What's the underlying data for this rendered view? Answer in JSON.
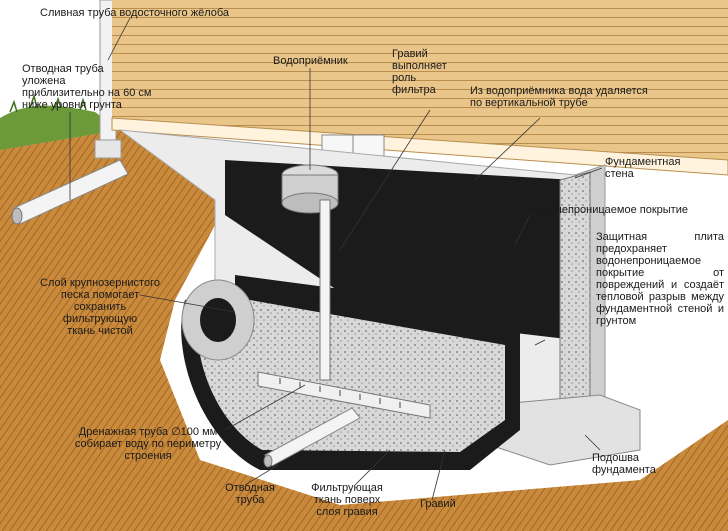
{
  "labels": {
    "gutter_pipe": "Сливная труба водосточного жёлоба",
    "outlet_depth": "Отводная труба\nуложена\nприблизительно на 60 см\nниже уровня грунта",
    "catch_basin": "Водоприёмник",
    "gravel_filter": "Гравий\nвыполняет\nроль\nфильтра",
    "vertical_pipe": "Из водоприёмника вода удаляется\nпо вертикальной трубе",
    "foundation_wall": "Фундаментная\nстена",
    "waterproof_coating": "Водонепроницаемое покрытие",
    "protective_slab": "Защитная плита предохраняет водонепроницаемое покрытие от повреждений и создаёт тепловой разрыв между фундаментной стеной и грунтом",
    "sand_layer": "Слой крупнозернистого\nпеска помогает\nсохранить\nфильтрующую\nткань чистой",
    "drain_pipe": "Дренажная труба ∅100 мм\nсобирает воду по периметру\nстроения",
    "outlet_pipe": "Отводная\nтруба",
    "filter_fabric": "Фильтрующая\nткань поверх\nслоя гравия",
    "gravel": "Гравий",
    "footing": "Подошва\nфундамента"
  },
  "colors": {
    "siding": "#e9c58a",
    "soil": "#c98a3c",
    "concrete": "#e4e4e4",
    "membrane": "#1b1b1b",
    "sand": "#cfcfcf",
    "grass": "#6c9a3a"
  }
}
